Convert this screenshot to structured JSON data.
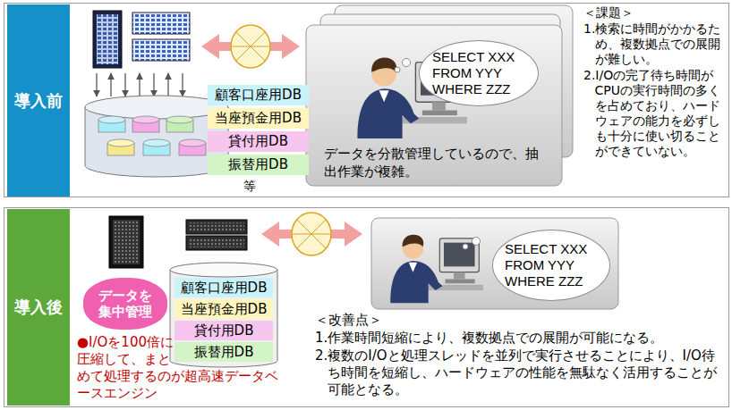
{
  "diagram": {
    "nodes": [
      {
        "text": [
          "導入前"
        ]
      },
      {
        "text": [
          "顧客口座用DB"
        ]
      },
      {
        "text": [
          "当座預金用DB"
        ]
      },
      {
        "text": [
          "貸付用DB"
        ]
      },
      {
        "text": [
          "振替用DB"
        ]
      },
      {
        "text": [
          "SELECT XXX FROM YYY WHERE ZZZ"
        ]
      },
      {
        "text": [
          "導入後"
        ]
      },
      {
        "text": [
          "データを集中管理"
        ]
      },
      {
        "text": [
          "顧客口座用DB"
        ]
      },
      {
        "text": [
          "当座預金用DB"
        ]
      },
      {
        "text": [
          "貸付用DB"
        ]
      },
      {
        "text": [
          "振替用DB"
        ]
      },
      {
        "text": [
          "SELECT XXX FROM YYY WHERE ZZZ"
        ]
      }
    ],
    "labels": [
      "等",
      "データを分散管理しているので、抽出作業が複雑。",
      "＜課題＞",
      "1.検索に時間がかかるため、複数拠点での展開が難しい。",
      "2.I/Oの完了待ち時間がCPUの実行時間の多くを占めており、ハードウェアの能力を必ずしも十分に使い切ることができていない。",
      "●I/Oを100倍に圧縮して、まとめて処理するのが超高速データベースエンジン",
      "＜改善点＞",
      "1.作業時間短縮により、複数拠点での展開が可能になる。",
      "2.複数のI/Oと処理スレッドを並列で実行させることにより、I/O待ち時間を短縮し、ハードウェアの性能を無駄なく活用することが可能となる。"
    ]
  }
}
